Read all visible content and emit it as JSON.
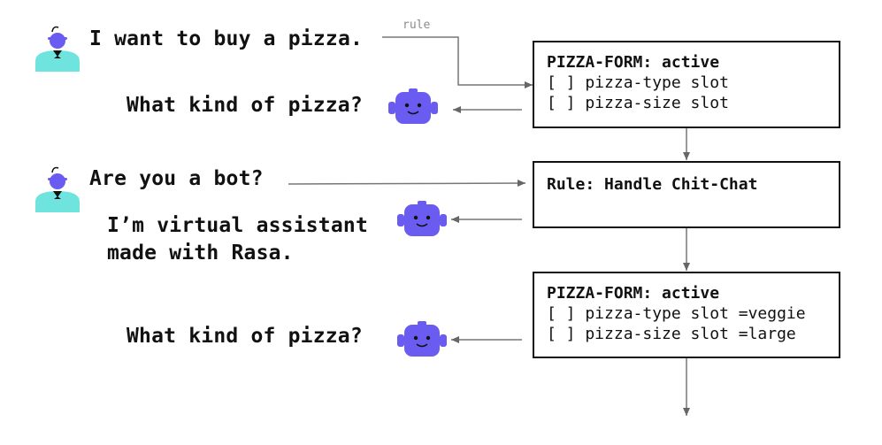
{
  "conversation": {
    "user_msg_1": "I want to buy a pizza.",
    "bot_msg_1": "What kind of pizza?",
    "user_msg_2": "Are you a bot?",
    "bot_msg_2_line1": "I’m virtual assistant",
    "bot_msg_2_line2": "made with Rasa.",
    "bot_msg_3": "What kind of pizza?"
  },
  "edge_labels": {
    "rule": "rule"
  },
  "state_boxes": {
    "form_1": {
      "title": "PIZZA-FORM: active",
      "slot_1": "[ ] pizza-type slot",
      "slot_2": "[ ] pizza-size slot"
    },
    "rule_box": {
      "title": "Rule: Handle Chit-Chat"
    },
    "form_2": {
      "title": "PIZZA-FORM: active",
      "slot_1": "[ ] pizza-type slot =veggie",
      "slot_2": "[ ] pizza-size slot =large"
    }
  },
  "icons": {
    "user": "user-avatar-icon",
    "bot": "robot-icon"
  },
  "colors": {
    "bot": "#6a5cf0",
    "user_body": "#6fe3de",
    "user_head": "#6a5cf0",
    "arrow": "#666666"
  }
}
